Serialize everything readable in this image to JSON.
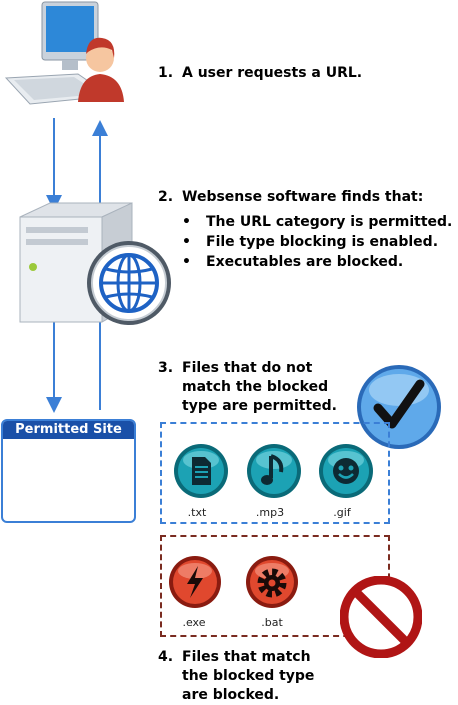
{
  "steps": {
    "s1": {
      "num": "1.",
      "text": "A user requests a URL."
    },
    "s2": {
      "num": "2.",
      "text": "Websense software finds that:"
    },
    "bullets": [
      "The URL category is permitted.",
      "File type blocking is enabled.",
      "Executables are blocked."
    ],
    "s3": {
      "num": "3.",
      "lines": [
        "Files that do not",
        "match the blocked",
        "type are permitted."
      ]
    },
    "s4": {
      "num": "4.",
      "lines": [
        "Files that match",
        "the blocked type",
        "are blocked."
      ]
    }
  },
  "bullet_symbol": "•",
  "site_box": {
    "title": "Permitted Site"
  },
  "permitted_files": [
    ".txt",
    ".mp3",
    ".gif"
  ],
  "blocked_files": [
    ".exe",
    ".bat"
  ],
  "colors": {
    "arrow": "#3b7fd6",
    "permitted_border": "#3b7fd6",
    "blocked_border": "#7a2b20",
    "header": "#1a50a8"
  }
}
